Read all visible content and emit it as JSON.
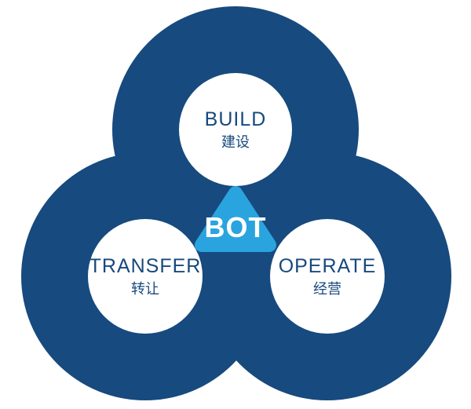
{
  "diagram": {
    "center_label": "BOT",
    "nodes": [
      {
        "id": "build",
        "label": "BUILD",
        "sublabel": "建设"
      },
      {
        "id": "transfer",
        "label": "TRANSFER",
        "sublabel": "转让"
      },
      {
        "id": "operate",
        "label": "OPERATE",
        "sublabel": "经营"
      }
    ],
    "colors": {
      "ring": "#174A7E",
      "triangle": "#2AA4DF",
      "label": "#17497D",
      "center_text": "#FFFFFF",
      "background": "#FFFFFF"
    }
  }
}
